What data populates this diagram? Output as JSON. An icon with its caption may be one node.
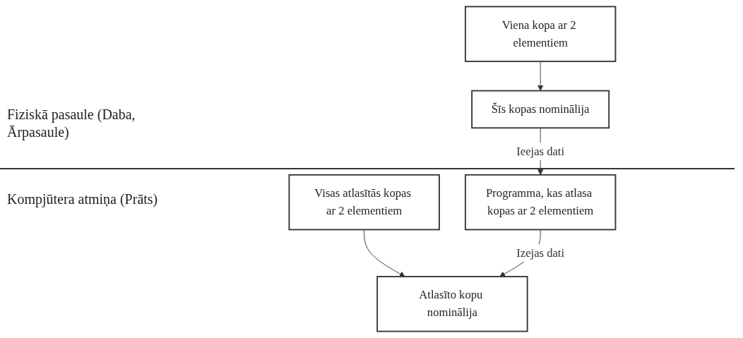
{
  "diagram": {
    "nodes": [
      {
        "text": [
          "Viena kopa ar 2 elementiem"
        ]
      },
      {
        "text": [
          "Visas atlasītās kopas ar 2 elementiem"
        ]
      },
      {
        "text": [
          "Šīs kopas nominālija"
        ]
      },
      {
        "text": [
          "Programma, kas atlasa kopas ar 2 elementiem"
        ]
      },
      {
        "text": [
          "Atlasīto kopu nominālija"
        ]
      }
    ],
    "edges": [
      {
        "from": 0,
        "to": 2,
        "arrow": "to"
      },
      {
        "from": 1,
        "to": 4,
        "arrow": "to"
      },
      {
        "from": 2,
        "to": 3,
        "label": "Ieejas dati",
        "arrow": "to"
      },
      {
        "from": 3,
        "to": 4,
        "label": "Izejas dati",
        "arrow": "to"
      }
    ],
    "labels": [
      "Fiziskā pasaule (Daba, Ārpasaule)",
      "Kompjūtera atmiņa (Prāts)"
    ]
  }
}
